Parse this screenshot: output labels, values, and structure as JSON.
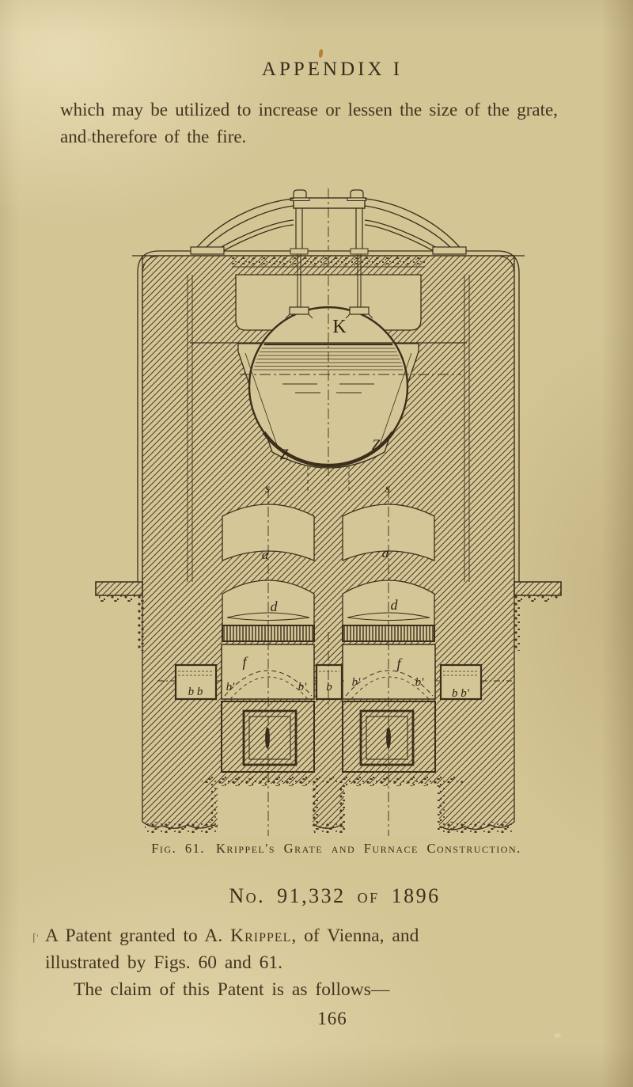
{
  "page": {
    "heading": "APPENDIX I",
    "intro": {
      "line1": "which may be utilized to increase or lessen the size of the grate,",
      "line2_start": "and",
      "insert_mark": "″",
      "line2_rest": "therefore of the fire."
    },
    "page_number": "166"
  },
  "figure": {
    "caption_fig": "Fig. 61.",
    "caption_title": "Krippel's Grate and Furnace Construction.",
    "labels": {
      "boiler": "K",
      "flue_left": "Z",
      "flue_right": "Z",
      "arch_upper_left": "s",
      "arch_upper_right": "s",
      "arch_lower_left": "a",
      "arch_lower_right": "a",
      "damper_left": "d",
      "damper_right": "d",
      "ashpit_left": "f",
      "ashpit_right": "f",
      "box_left": "b b",
      "door_left_inner_left": "b'",
      "door_left_inner_right": "b'",
      "door_center": "b",
      "door_right_inner_left": "b'",
      "door_right_inner_right": "b'",
      "box_right": "b b'"
    }
  },
  "patent": {
    "margin_mark": "⌈'",
    "number_line": "No. 91,332 of 1896",
    "para1_pre": "A Patent granted to A. ",
    "para1_name": "Krippel",
    "para1_post": ", of Vienna, and",
    "para1_line2": "illustrated by Figs. 60 and 61.",
    "para2": "The claim of this Patent is as follows—"
  }
}
